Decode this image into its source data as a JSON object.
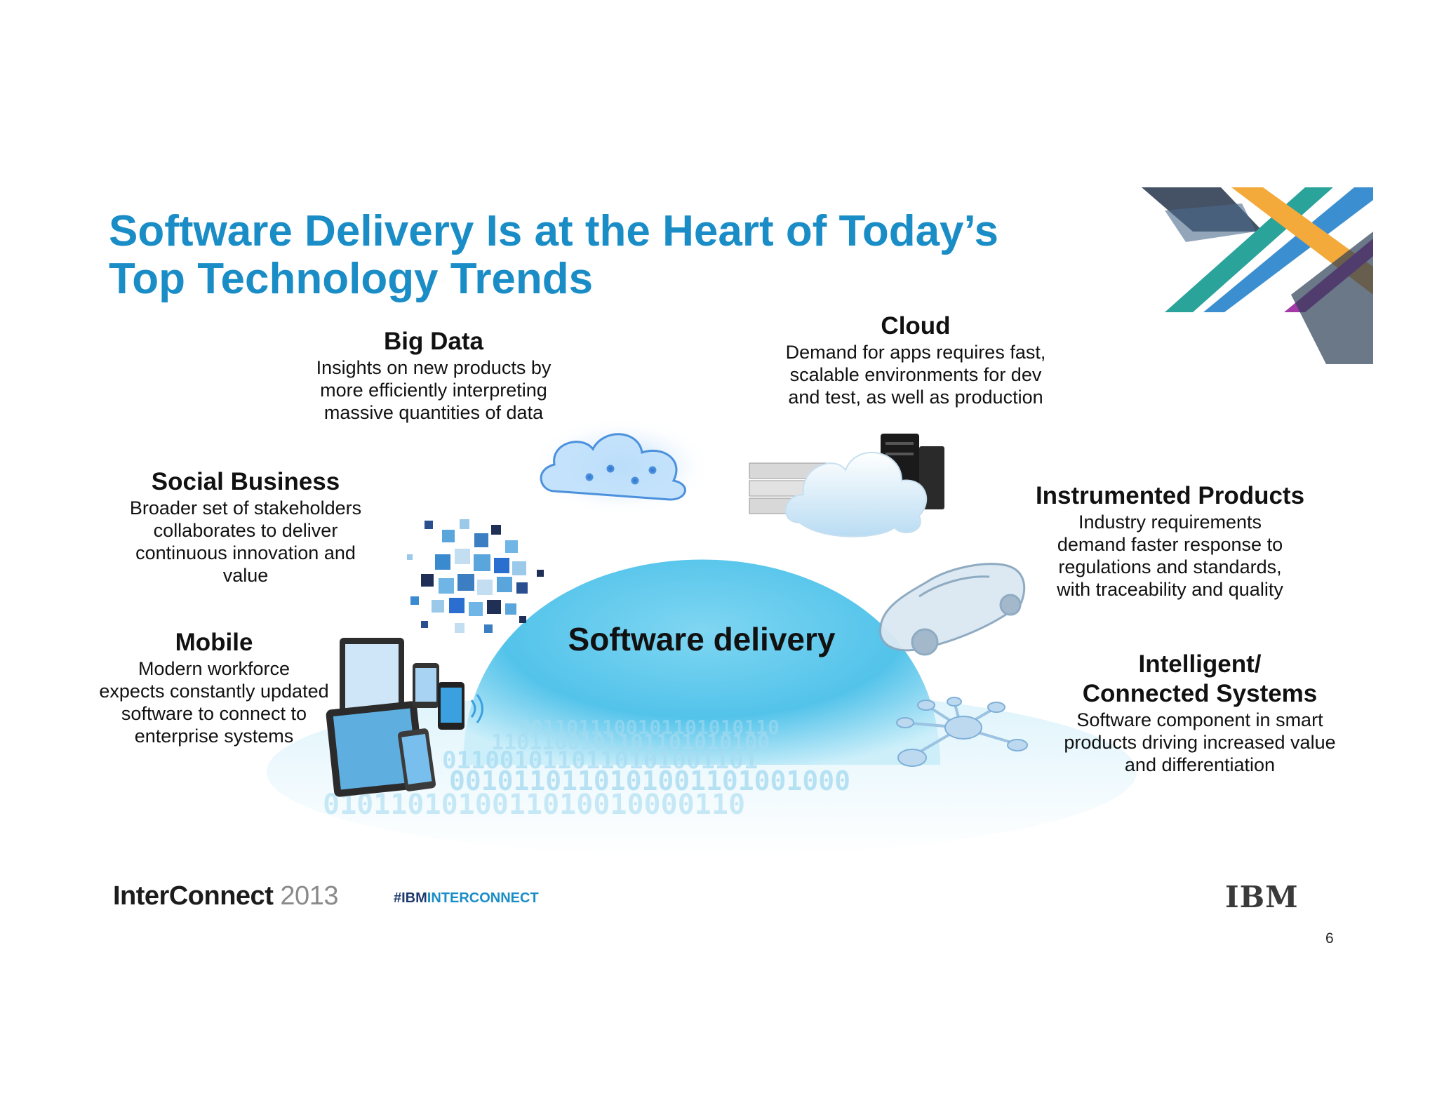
{
  "slide": {
    "title_line1": "Software Delivery Is at the Heart of Today’s",
    "title_line2": "Top Technology Trends",
    "center_label": "Software delivery",
    "page_number": "6"
  },
  "trends": {
    "big_data": {
      "heading": "Big Data",
      "description": "Insights on new products by\nmore efficiently interpreting\nmassive quantities of data"
    },
    "cloud": {
      "heading": "Cloud",
      "description": "Demand for apps requires fast,\nscalable environments for dev\nand test, as well as production"
    },
    "social_business": {
      "heading": "Social Business",
      "description": "Broader set of stakeholders\ncollaborates to deliver\ncontinuous innovation and\nvalue"
    },
    "instrumented_products": {
      "heading": "Instrumented Products",
      "description": "Industry requirements\ndemand faster response to\nregulations and standards,\nwith traceability and quality"
    },
    "mobile": {
      "heading": "Mobile",
      "description": "Modern workforce\nexpects constantly updated\nsoftware to connect to\nenterprise systems"
    },
    "intelligent_systems": {
      "heading_line1": "Intelligent/",
      "heading_line2": "Connected Systems",
      "description": "Software component in smart\nproducts driving increased value\nand differentiation"
    }
  },
  "binary_rows": [
    "0011011100101101010110",
    "1101100101101101010100",
    "0110010110110101001101",
    "0010110110101001101001000",
    "0101101010011010010000110"
  ],
  "footer": {
    "brand": "InterConnect",
    "year": "2013",
    "hashtag_a": "#IBM",
    "hashtag_b": "INTERCONNECT",
    "company_logo": "IBM"
  },
  "colors": {
    "title": "#1a8dc6",
    "dome": "#5cc6ea",
    "hashtag_dark": "#1d3a6e",
    "corner_teal": "#2aa39a",
    "corner_orange": "#f4a93b",
    "corner_purple": "#a33aa8"
  }
}
